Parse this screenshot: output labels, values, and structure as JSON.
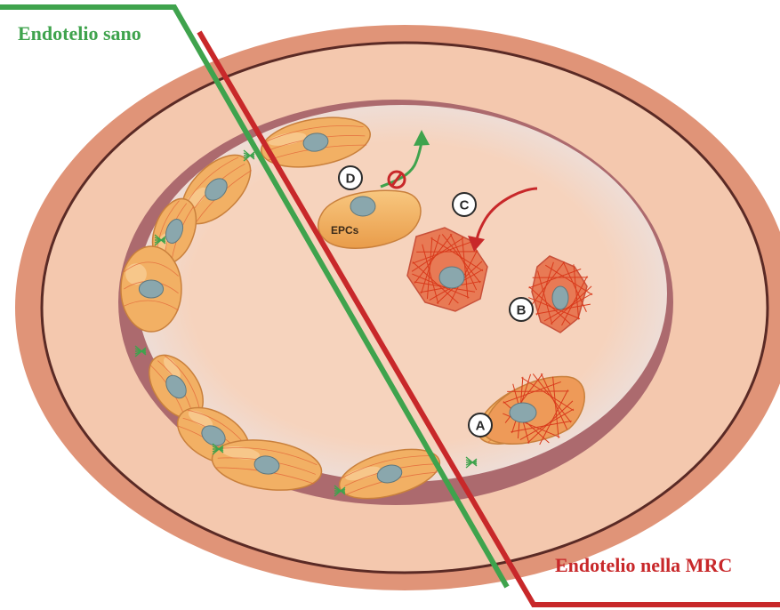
{
  "labels": {
    "healthy_endothelium": "Endotelio sano",
    "ckd_endothelium": "Endotelio nella MRC",
    "epcs": "EPCs"
  },
  "markers": [
    "A",
    "B",
    "C",
    "D"
  ],
  "colors": {
    "healthy": "#3fa34d",
    "ckd": "#c8282a",
    "vessel_outer": "#df8f76",
    "vessel_inner": "#f4c9b0",
    "cell_body": "#f2b064",
    "nucleus": "#8aa7ad",
    "damaged_cell": "#e87a55",
    "fiber": "#d93a1c"
  },
  "icons": [
    "no-entry-icon",
    "green-arrow-icon",
    "red-arrow-icon"
  ]
}
